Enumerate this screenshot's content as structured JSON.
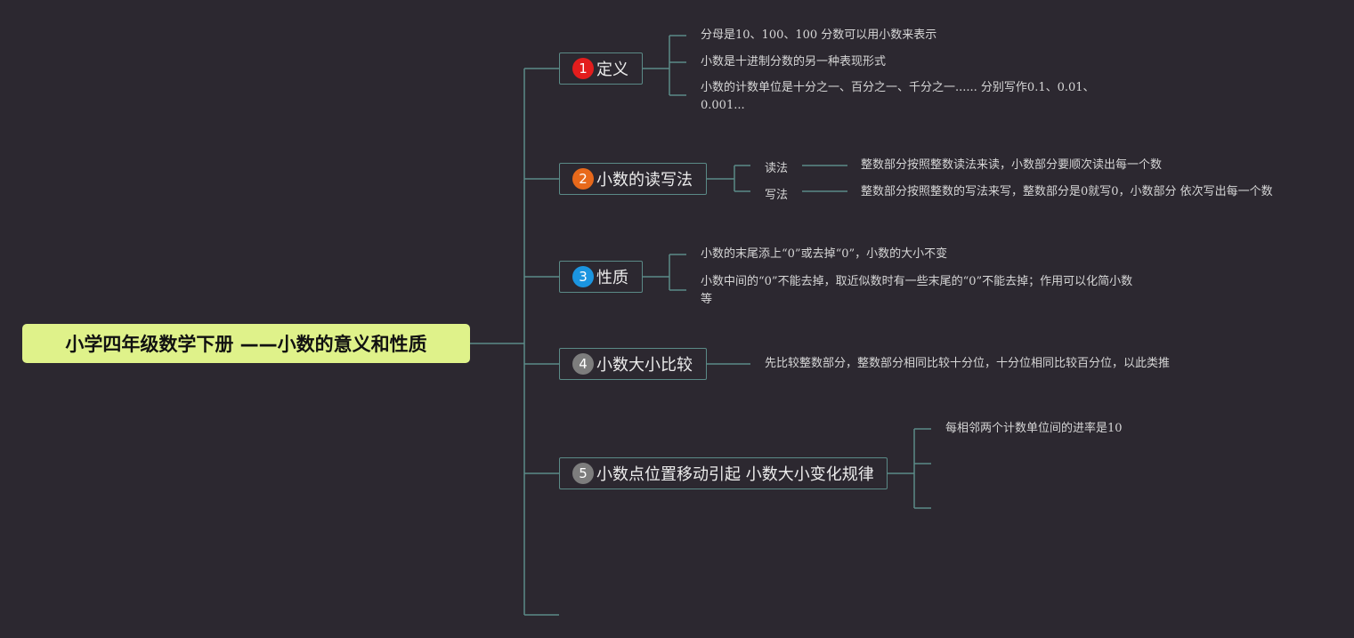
{
  "colors": {
    "background": "#2c2830",
    "root": "#dff28a",
    "line": "#5b8a87",
    "badge1": "#e31d1d",
    "badge2": "#e8691b",
    "badge3": "#1b95e0",
    "badge4": "#7d7d7d",
    "badge5": "#7d7d7d"
  },
  "root": {
    "title": "小学四年级数学下册 ——小数的意义和性质"
  },
  "topics": [
    {
      "number": "1",
      "label": "定义",
      "children": [
        "分母是10、100、100 分数可以用小数来表示",
        "小数是十进制分数的另一种表现形式",
        "小数的计数单位是十分之一、百分之一、千分之一...... 分别写作0.1、0.01、0.001..."
      ]
    },
    {
      "number": "2",
      "label": "小数的读写法",
      "children": [
        {
          "label": "读法",
          "detail": "整数部分按照整数读法来读，小数部分要顺次读出每一个数"
        },
        {
          "label": "写法",
          "detail": "整数部分按照整数的写法来写，整数部分是0就写0，小数部分 依次写出每一个数"
        }
      ]
    },
    {
      "number": "3",
      "label": "性质",
      "children": [
        "小数的末尾添上“0”或去掉“0”，小数的大小不变",
        "小数中间的“0”不能去掉，取近似数时有一些末尾的“0”不能去掉；作用可以化简小数等"
      ]
    },
    {
      "number": "4",
      "label": "小数大小比较",
      "children": [
        "先比较整数部分，整数部分相同比较十分位，十分位相同比较百分位，以此类推"
      ]
    },
    {
      "number": "5",
      "label": "小数点位置移动引起 小数大小变化规律",
      "children": [
        "每相邻两个计数单位间的进率是10"
      ]
    }
  ]
}
